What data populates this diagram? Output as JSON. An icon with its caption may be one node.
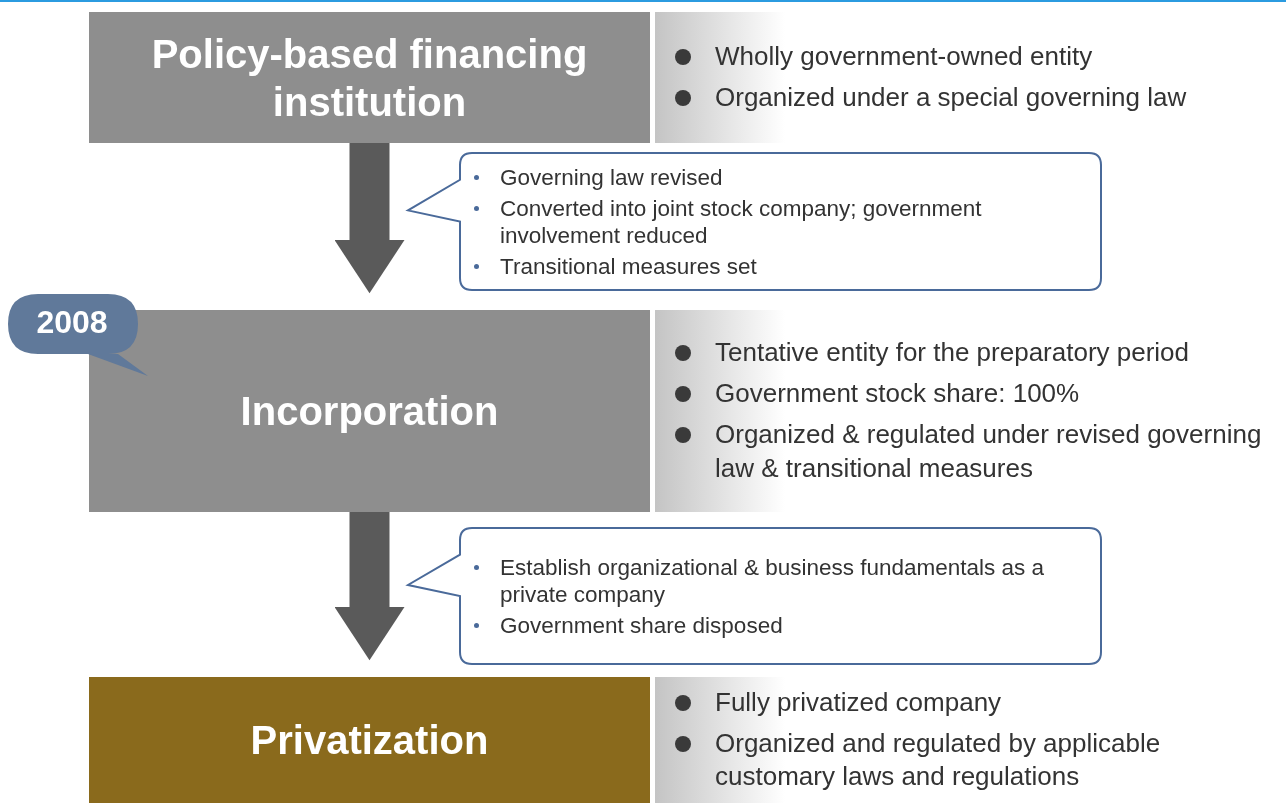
{
  "diagram": {
    "nodes": [
      {
        "text": [
          "Policy-based financing institution"
        ]
      },
      {
        "text": [
          "Wholly government-owned entity",
          "Organized under a special governing law"
        ]
      },
      {
        "text": [
          "Governing law revised",
          "Converted into joint stock company; government involvement reduced",
          "Transitional measures set"
        ]
      },
      {
        "text": [
          "2008"
        ]
      },
      {
        "text": [
          "Incorporation"
        ]
      },
      {
        "text": [
          "Tentative entity for the preparatory period",
          "Government stock share: 100%",
          "Organized & regulated under revised governing law & transitional measures"
        ]
      },
      {
        "text": [
          "Establish organizational & business fundamentals as a private company",
          "Government share disposed"
        ]
      },
      {
        "text": [
          "Privatization"
        ]
      },
      {
        "text": [
          "Fully privatized company",
          "Organized and regulated by applicable customary laws and regulations"
        ]
      }
    ],
    "edges": [
      {
        "from": 0,
        "to": 4,
        "arrow": "to"
      },
      {
        "from": 4,
        "to": 7,
        "arrow": "to"
      }
    ]
  }
}
